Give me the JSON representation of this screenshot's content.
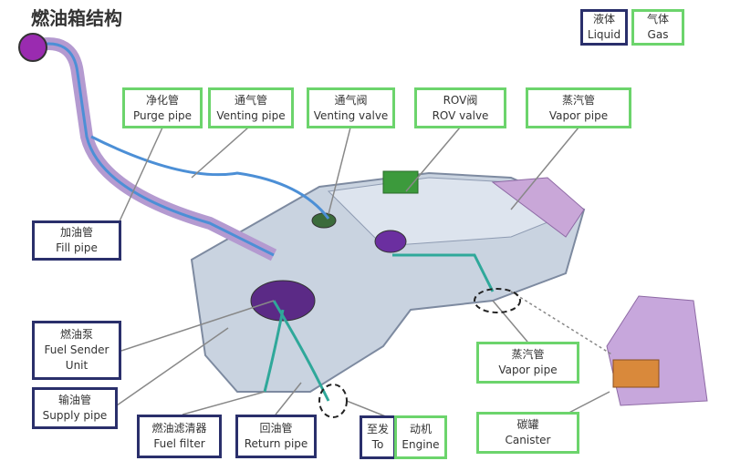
{
  "title": "燃油箱结构",
  "legend": {
    "liquid": {
      "zh": "液体",
      "en": "Liquid",
      "color": "#2a2f6b"
    },
    "gas": {
      "zh": "气体",
      "en": "Gas",
      "color": "#6cd46c"
    }
  },
  "labels": {
    "purge_pipe": {
      "zh": "净化管",
      "en": "Purge pipe"
    },
    "venting_pipe": {
      "zh": "通气管",
      "en": "Venting pipe"
    },
    "venting_valve": {
      "zh": "通气阀",
      "en": "Venting valve"
    },
    "rov_valve": {
      "zh": "ROV阀",
      "en": "ROV valve"
    },
    "vapor_pipe_top": {
      "zh": "蒸汽管",
      "en": "Vapor pipe"
    },
    "fill_pipe": {
      "zh": "加油管",
      "en": "Fill pipe"
    },
    "fuel_sender": {
      "zh": "燃油泵",
      "en": "Fuel Sender",
      "en2": "Unit"
    },
    "supply_pipe": {
      "zh": "输油管",
      "en": "Supply pipe"
    },
    "fuel_filter": {
      "zh": "燃油滤清器",
      "en": "Fuel filter"
    },
    "return_pipe": {
      "zh": "回油管",
      "en": "Return pipe"
    },
    "to_engine": {
      "zh1": "至发",
      "en1": "To",
      "zh2": "动机",
      "en2": "Engine"
    },
    "vapor_pipe_bottom": {
      "zh": "蒸汽管",
      "en": "Vapor pipe"
    },
    "canister": {
      "zh": "碳罐",
      "en": "Canister"
    }
  }
}
